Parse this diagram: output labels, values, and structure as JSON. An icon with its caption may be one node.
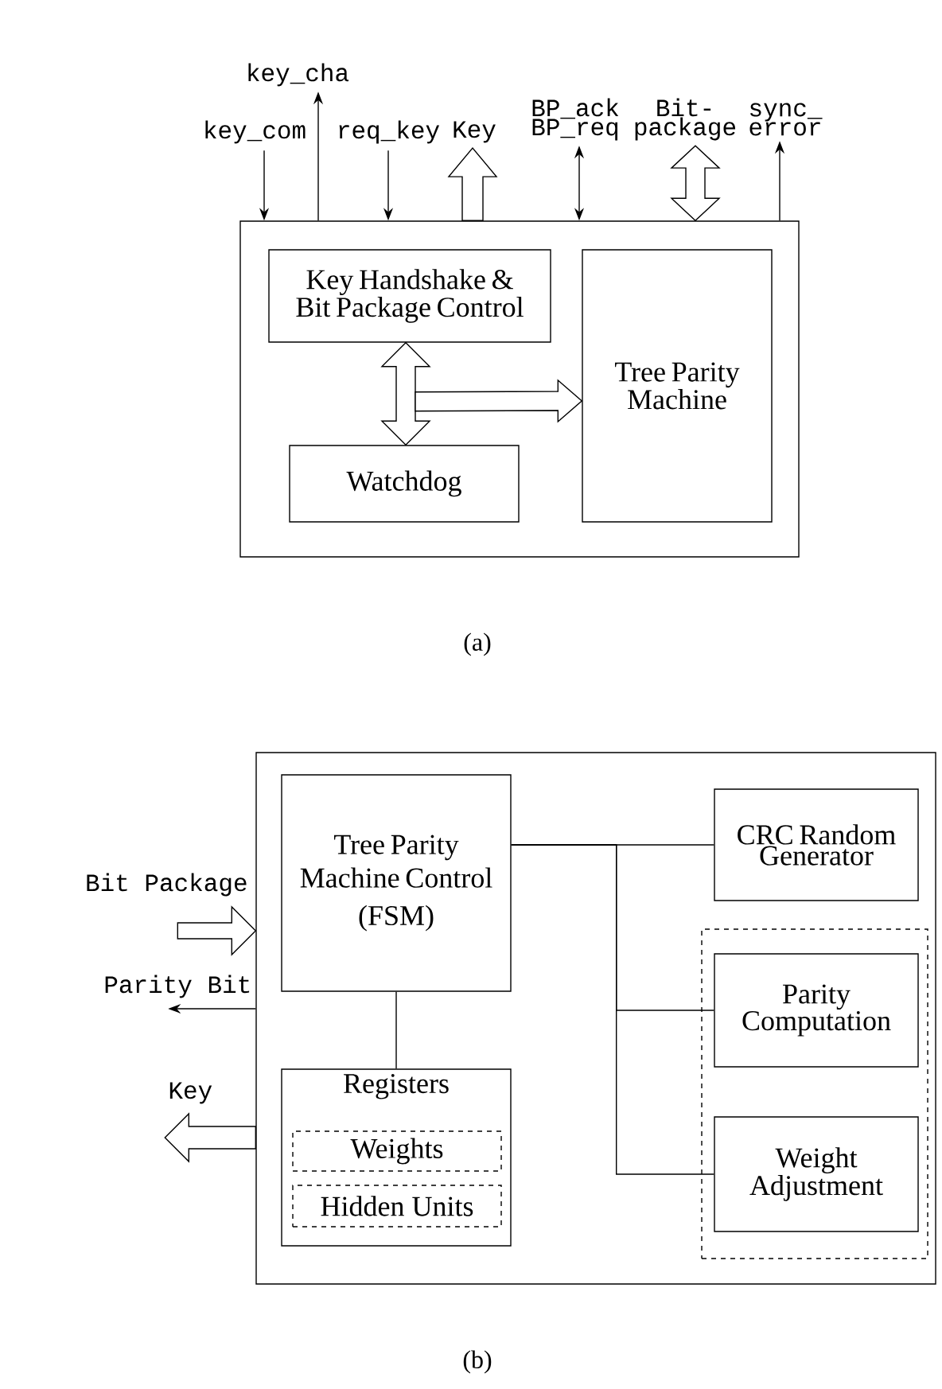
{
  "diagram": {
    "nodes": [
      {
        "text": [],
        "shape": "box"
      },
      {
        "text": [
          "Key Handshake & Bit Package Control"
        ],
        "in": 0
      },
      {
        "text": [
          "Tree Parity Machine"
        ],
        "in": 0
      },
      {
        "text": [
          "Watchdog"
        ],
        "in": 0
      },
      {
        "text": [
          "key_com"
        ]
      },
      {
        "text": [
          "key_cha"
        ]
      },
      {
        "text": [
          "req_key"
        ]
      },
      {
        "text": [
          "Key"
        ]
      },
      {
        "text": [
          "BP_ack BP_req"
        ]
      },
      {
        "text": [
          "Bit- package"
        ]
      },
      {
        "text": [
          "sync_ error"
        ]
      },
      {
        "text": [],
        "shape": "box"
      },
      {
        "text": [
          "Tree Parity Machine Control",
          "(FSM)"
        ],
        "in": 11
      },
      {
        "text": [
          "CRC Random Generator"
        ],
        "in": 11
      },
      {
        "text": [],
        "shape": "box",
        "in": 11
      },
      {
        "text": [
          "Parity Computation"
        ],
        "in": 14
      },
      {
        "text": [
          "Weight Adjustment"
        ],
        "in": 14
      },
      {
        "text": [
          "Registers"
        ],
        "in": 11
      },
      {
        "text": [
          "Weights"
        ],
        "in": 17
      },
      {
        "text": [
          "Hidden Units"
        ],
        "in": 17
      }
    ],
    "edges": [
      {
        "from": 4,
        "to": 0,
        "arrow": "to"
      },
      {
        "from": 0,
        "to": 5,
        "arrow": "to"
      },
      {
        "from": 6,
        "to": 0,
        "arrow": "to"
      },
      {
        "from": 0,
        "to": 7,
        "arrow": "to",
        "style": "thick"
      },
      {
        "from": 8,
        "to": 0,
        "arrow": "both"
      },
      {
        "from": 9,
        "to": 0,
        "arrow": "both",
        "style": "thick"
      },
      {
        "from": 0,
        "to": 10,
        "arrow": "to"
      },
      {
        "from": 1,
        "to": 3,
        "arrow": "both",
        "style": "thick"
      },
      {
        "from": 1,
        "to": 2,
        "arrow": "to",
        "style": "thick"
      },
      {
        "from": 12,
        "to": 13,
        "arrow": "none"
      },
      {
        "from": 12,
        "to": 15,
        "arrow": "none"
      },
      {
        "from": 12,
        "to": 16,
        "arrow": "none"
      },
      {
        "from": 12,
        "to": 17,
        "arrow": "none"
      },
      {
        "from": null,
        "to": 11,
        "arrow": "to",
        "style": "thick",
        "label": "Bit Package"
      },
      {
        "from": 11,
        "to": null,
        "arrow": "to",
        "label": "Parity Bit"
      },
      {
        "from": 11,
        "to": null,
        "arrow": "to",
        "style": "thick",
        "label": "Key"
      }
    ],
    "labels": [
      "(a)",
      "(b)"
    ]
  }
}
